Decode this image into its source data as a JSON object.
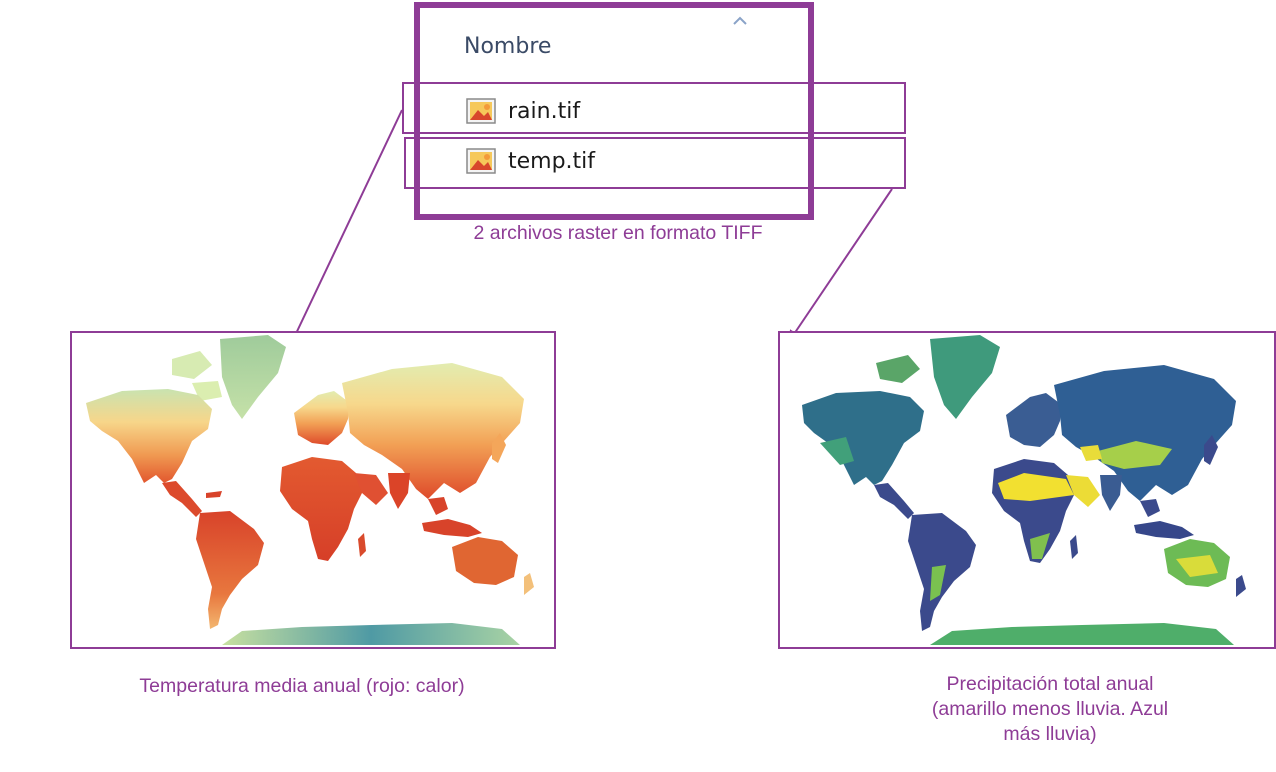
{
  "explorer": {
    "column_header": "Nombre",
    "files": [
      {
        "name": "rain.tif",
        "icon": "raster-image-icon"
      },
      {
        "name": "temp.tif",
        "icon": "raster-image-icon"
      }
    ],
    "caption": "2 archivos raster en formato TIFF"
  },
  "maps": {
    "temperature": {
      "caption": "Temperatura media anual (rojo: calor)"
    },
    "precipitation": {
      "caption_lines": [
        "Precipitación total anual",
        "(amarillo menos lluvia. Azul",
        "más lluvia)"
      ]
    }
  },
  "colors": {
    "accent": "#8e3c96",
    "temp_hot": "#d8412a",
    "temp_mid": "#f2a050",
    "temp_cold": "#7fb7a0",
    "rain_dry": "#f2e030",
    "rain_mid": "#3fa37a",
    "rain_wet": "#3b4a8c"
  }
}
